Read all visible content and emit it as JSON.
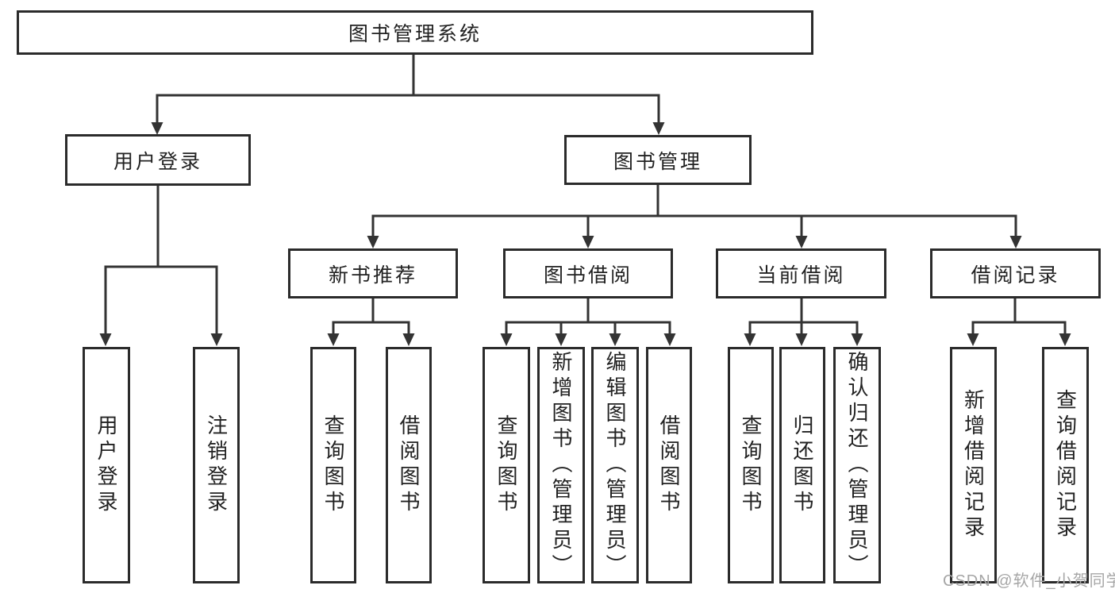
{
  "colors": {
    "line": "#333333",
    "box_border": "#2b2b2b",
    "text": "#222222",
    "watermark": "#a6a6a6",
    "background": "#ffffff"
  },
  "watermark": "CSDN @软件_小贺同学",
  "tree": {
    "root": "图书管理系统",
    "children": [
      {
        "label": "用户登录",
        "children": [
          "用户登录",
          "注销登录"
        ]
      },
      {
        "label": "图书管理",
        "children": [
          {
            "label": "新书推荐",
            "children": [
              "查询图书",
              "借阅图书"
            ]
          },
          {
            "label": "图书借阅",
            "children": [
              "查询图书",
              "新增图书（管理员）",
              "编辑图书（管理员）",
              "借阅图书"
            ]
          },
          {
            "label": "当前借阅",
            "children": [
              "查询图书",
              "归还图书",
              "确认归还（管理员）"
            ]
          },
          {
            "label": "借阅记录",
            "children": [
              "新增借阅记录",
              "查询借阅记录"
            ]
          }
        ]
      }
    ]
  }
}
